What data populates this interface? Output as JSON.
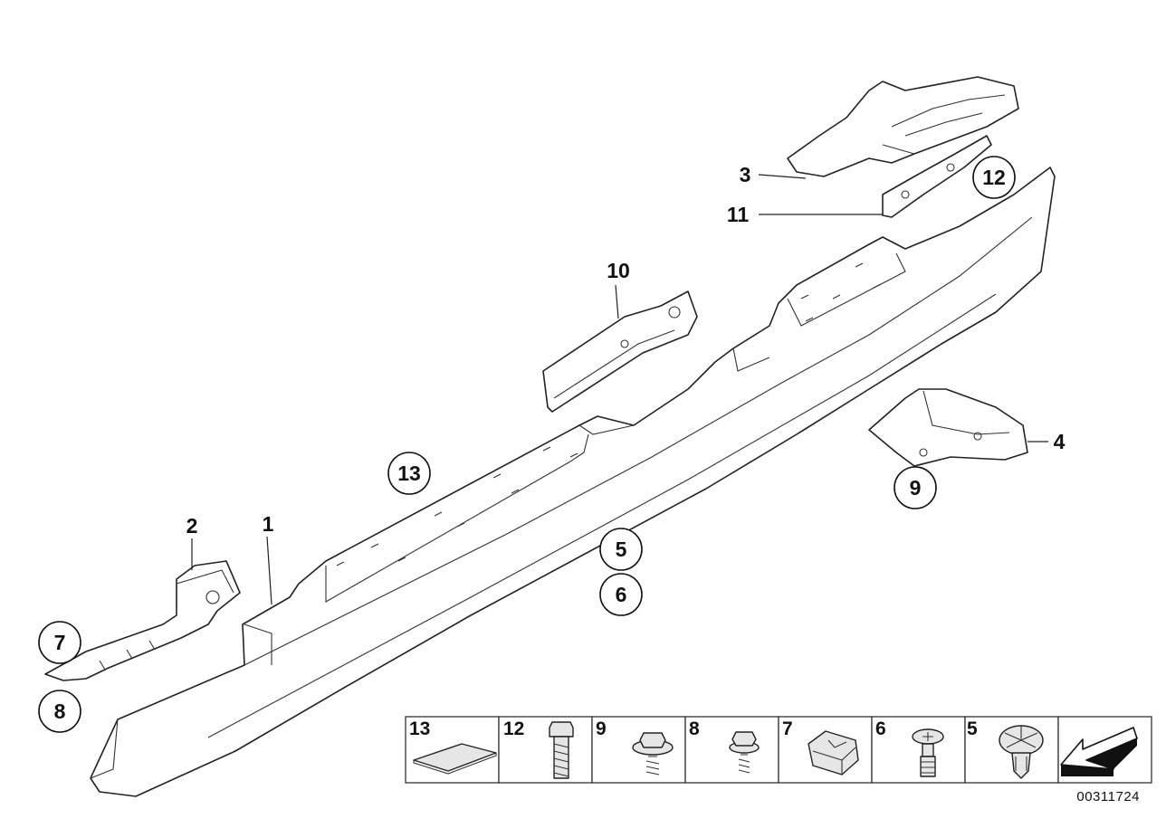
{
  "diagram": {
    "document_id": "00311724",
    "callouts": [
      {
        "id": "c1",
        "label": "1",
        "circled": false
      },
      {
        "id": "c2",
        "label": "2",
        "circled": false
      },
      {
        "id": "c3",
        "label": "3",
        "circled": false
      },
      {
        "id": "c4",
        "label": "4",
        "circled": false
      },
      {
        "id": "c10",
        "label": "10",
        "circled": false
      },
      {
        "id": "c11",
        "label": "11",
        "circled": false
      },
      {
        "id": "c12",
        "label": "12",
        "circled": true
      },
      {
        "id": "c13",
        "label": "13",
        "circled": true
      },
      {
        "id": "c5",
        "label": "5",
        "circled": true
      },
      {
        "id": "c6",
        "label": "6",
        "circled": true
      },
      {
        "id": "c7",
        "label": "7",
        "circled": true
      },
      {
        "id": "c8",
        "label": "8",
        "circled": true
      },
      {
        "id": "c9",
        "label": "9",
        "circled": true
      }
    ],
    "legend_cells": [
      {
        "label": "13",
        "icon": "adhesive-pad-icon"
      },
      {
        "label": "12",
        "icon": "hex-bolt-icon"
      },
      {
        "label": "9",
        "icon": "hex-screw-washer-icon"
      },
      {
        "label": "8",
        "icon": "hex-screw-small-icon"
      },
      {
        "label": "7",
        "icon": "clip-nut-icon"
      },
      {
        "label": "6",
        "icon": "expanding-rivet-icon"
      },
      {
        "label": "5",
        "icon": "spreader-rivet-icon"
      },
      {
        "label": "",
        "icon": "direction-arrow-icon"
      }
    ]
  }
}
